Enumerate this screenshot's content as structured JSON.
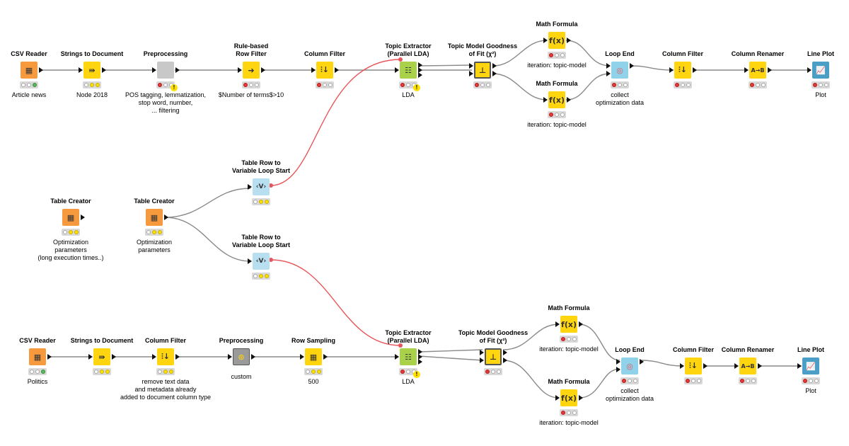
{
  "colors": {
    "wire": "#8a8a8a",
    "flow_wire": "#e8565b",
    "node_orange": "#f79a3e",
    "node_yellow": "#ffd510",
    "node_green": "#a9d24a",
    "node_blue": "#8fd2ea",
    "node_plot": "#4b9ec6"
  },
  "nodes": {
    "csv1": {
      "title": "CSV Reader",
      "label": "Article news",
      "icon": "table-icon"
    },
    "std1": {
      "title": "Strings to Document",
      "label": "Node 2018",
      "icon": "document-icon"
    },
    "pre1": {
      "title": "Preprocessing",
      "label": "POS tagging, lemmatization,\nstop word, number,\n... filtering",
      "icon": "metanode-icon"
    },
    "rbf": {
      "title": "Rule-based\nRow Filter",
      "label": "$Number of terms$>10",
      "icon": "arrow-right-icon"
    },
    "cf1": {
      "title": "Column Filter",
      "label": "",
      "icon": "column-filter-icon"
    },
    "te1": {
      "title": "Topic Extractor\n(Parallel LDA)",
      "label": "LDA",
      "icon": "topic-icon"
    },
    "gof1": {
      "title": "Topic Model Goodness\nof Fit (χ²)",
      "label": "",
      "icon": "chart-bar-icon"
    },
    "mf1a": {
      "title": "Math Formula",
      "label": "iteration: topic-model",
      "icon": "fx-icon"
    },
    "mf1b": {
      "title": "Math Formula",
      "label": "iteration: topic-model",
      "icon": "fx-icon"
    },
    "le1": {
      "title": "Loop End",
      "label": "collect\noptimization data",
      "icon": "loop-end-icon"
    },
    "cf1b": {
      "title": "Column Filter",
      "label": "",
      "icon": "column-filter-icon"
    },
    "cr1": {
      "title": "Column Renamer",
      "label": "",
      "icon": "rename-icon"
    },
    "lp1": {
      "title": "Line Plot",
      "label": "Plot",
      "icon": "line-chart-icon"
    },
    "trv1": {
      "title": "Table Row to\nVariable Loop Start",
      "label": "",
      "icon": "loop-start-icon"
    },
    "tc1": {
      "title": "Table Creator",
      "label": "Optimization\nparameters\n(long execution times..)",
      "icon": "table-creator-icon"
    },
    "tc2": {
      "title": "Table Creator",
      "label": "Optimization\nparameters",
      "icon": "table-creator-icon"
    },
    "trv2": {
      "title": "Table Row to\nVariable Loop Start",
      "label": "",
      "icon": "loop-start-icon"
    },
    "csv2": {
      "title": "CSV Reader",
      "label": "Politics",
      "icon": "table-icon"
    },
    "std2": {
      "title": "Strings to Document",
      "label": "",
      "icon": "document-icon"
    },
    "cf2": {
      "title": "Column Filter",
      "label": "remove text data\nand metadata already\nadded to document column type",
      "icon": "column-filter-icon"
    },
    "pre2": {
      "title": "Preprocessing",
      "label": "custom",
      "icon": "metanode-icon"
    },
    "rs": {
      "title": "Row Sampling",
      "label": "500",
      "icon": "sampling-icon"
    },
    "te2": {
      "title": "Topic Extractor\n(Parallel LDA)",
      "label": "LDA",
      "icon": "topic-icon"
    },
    "gof2": {
      "title": "Topic Model Goodness\nof Fit (χ²)",
      "label": "",
      "icon": "chart-bar-icon"
    },
    "mf2a": {
      "title": "Math Formula",
      "label": "iteration: topic-model",
      "icon": "fx-icon"
    },
    "mf2b": {
      "title": "Math Formula",
      "label": "iteration: topic-model",
      "icon": "fx-icon"
    },
    "le2": {
      "title": "Loop End",
      "label": "collect\noptimization data",
      "icon": "loop-end-icon"
    },
    "cf2b": {
      "title": "Column Filter",
      "label": "",
      "icon": "column-filter-icon"
    },
    "cr2": {
      "title": "Column Renamer",
      "label": "",
      "icon": "rename-icon"
    },
    "lp2": {
      "title": "Line Plot",
      "label": "Plot",
      "icon": "line-chart-icon"
    }
  }
}
